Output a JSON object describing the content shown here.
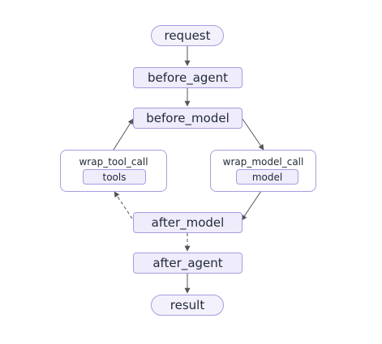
{
  "nodes": {
    "request": "request",
    "before_agent": "before_agent",
    "before_model": "before_model",
    "after_model": "after_model",
    "after_agent": "after_agent",
    "result": "result"
  },
  "groups": {
    "tool": {
      "title": "wrap_tool_call",
      "inner": "tools"
    },
    "model": {
      "title": "wrap_model_call",
      "inner": "model"
    }
  },
  "colors": {
    "node_fill": "#efecfb",
    "node_border": "#a89ce0",
    "edge": "#555555"
  }
}
